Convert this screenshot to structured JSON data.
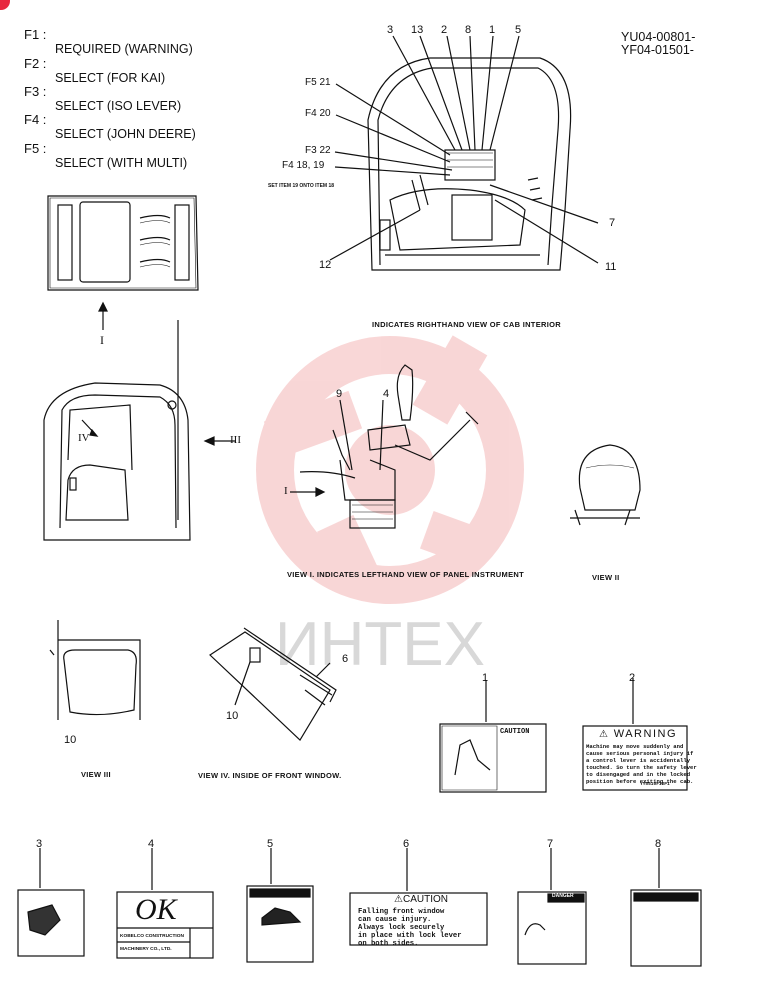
{
  "legend": [
    {
      "code": "F1 :",
      "text": "REQUIRED (WARNING)"
    },
    {
      "code": "F2 :",
      "text": "SELECT (FOR KAI)"
    },
    {
      "code": "F3 :",
      "text": "SELECT (ISO LEVER)"
    },
    {
      "code": "F4 :",
      "text": "SELECT (JOHN DEERE)"
    },
    {
      "code": "F5 :",
      "text": "SELECT (WITH MULTI)"
    }
  ],
  "part_numbers": [
    "YU04-00801-",
    "YF04-01501-"
  ],
  "cab_callouts_top": [
    "3",
    "13",
    "2",
    "8",
    "1",
    "5"
  ],
  "cab_callouts_left": [
    "F5  21",
    "F4  20",
    "F3  22",
    "F4  18, 19"
  ],
  "cab_callouts_right": [
    "7",
    "11",
    "12"
  ],
  "set_note": "SET ITEM 19 ONTO ITEM 18",
  "captions": {
    "cab_interior": "INDICATES RIGHTHAND VIEW OF CAB INTERIOR",
    "view_1": "VIEW I.  INDICATES LEFTHAND VIEW OF PANEL INSTRUMENT",
    "view_2": "VIEW II",
    "view_3": "VIEW III",
    "view_4": "VIEW IV.  INSIDE OF FRONT WINDOW."
  },
  "view_markers": {
    "i_roof": "I",
    "iv": "IV",
    "iii": "III",
    "i_seat": "I"
  },
  "seat_callouts": [
    "9",
    "4"
  ],
  "window_callouts": [
    "6",
    "10"
  ],
  "view3_callout": "10",
  "watermark": "ИНТЕХ",
  "decals": {
    "row1": [
      {
        "num": "1",
        "header": "CAUTION"
      },
      {
        "num": "2",
        "header": "WARNING",
        "body": [
          "Machine may move suddenly and",
          "cause serious personal injury if",
          "a control lever is accidentally",
          "touched. So turn the safety lever",
          "to disengaged and in the locked",
          "position before exiting the cab."
        ],
        "code": "YY5510F12P1"
      }
    ],
    "row2": [
      {
        "num": "3"
      },
      {
        "num": "4",
        "script": "OK",
        "maker": [
          "KOBELCO CONSTRUCTION",
          "MACHINERY CO., LTD."
        ]
      },
      {
        "num": "5"
      },
      {
        "num": "6",
        "header": "CAUTION",
        "body": [
          "Falling front window",
          "can cause injury.",
          "Always lock securely",
          "in place with lock lever",
          "on both sides."
        ]
      },
      {
        "num": "7",
        "header": "DANGER"
      },
      {
        "num": "8"
      }
    ]
  },
  "colors": {
    "ink": "#111111",
    "watermark": "#f2c4c4",
    "badge": "#e8273f"
  }
}
